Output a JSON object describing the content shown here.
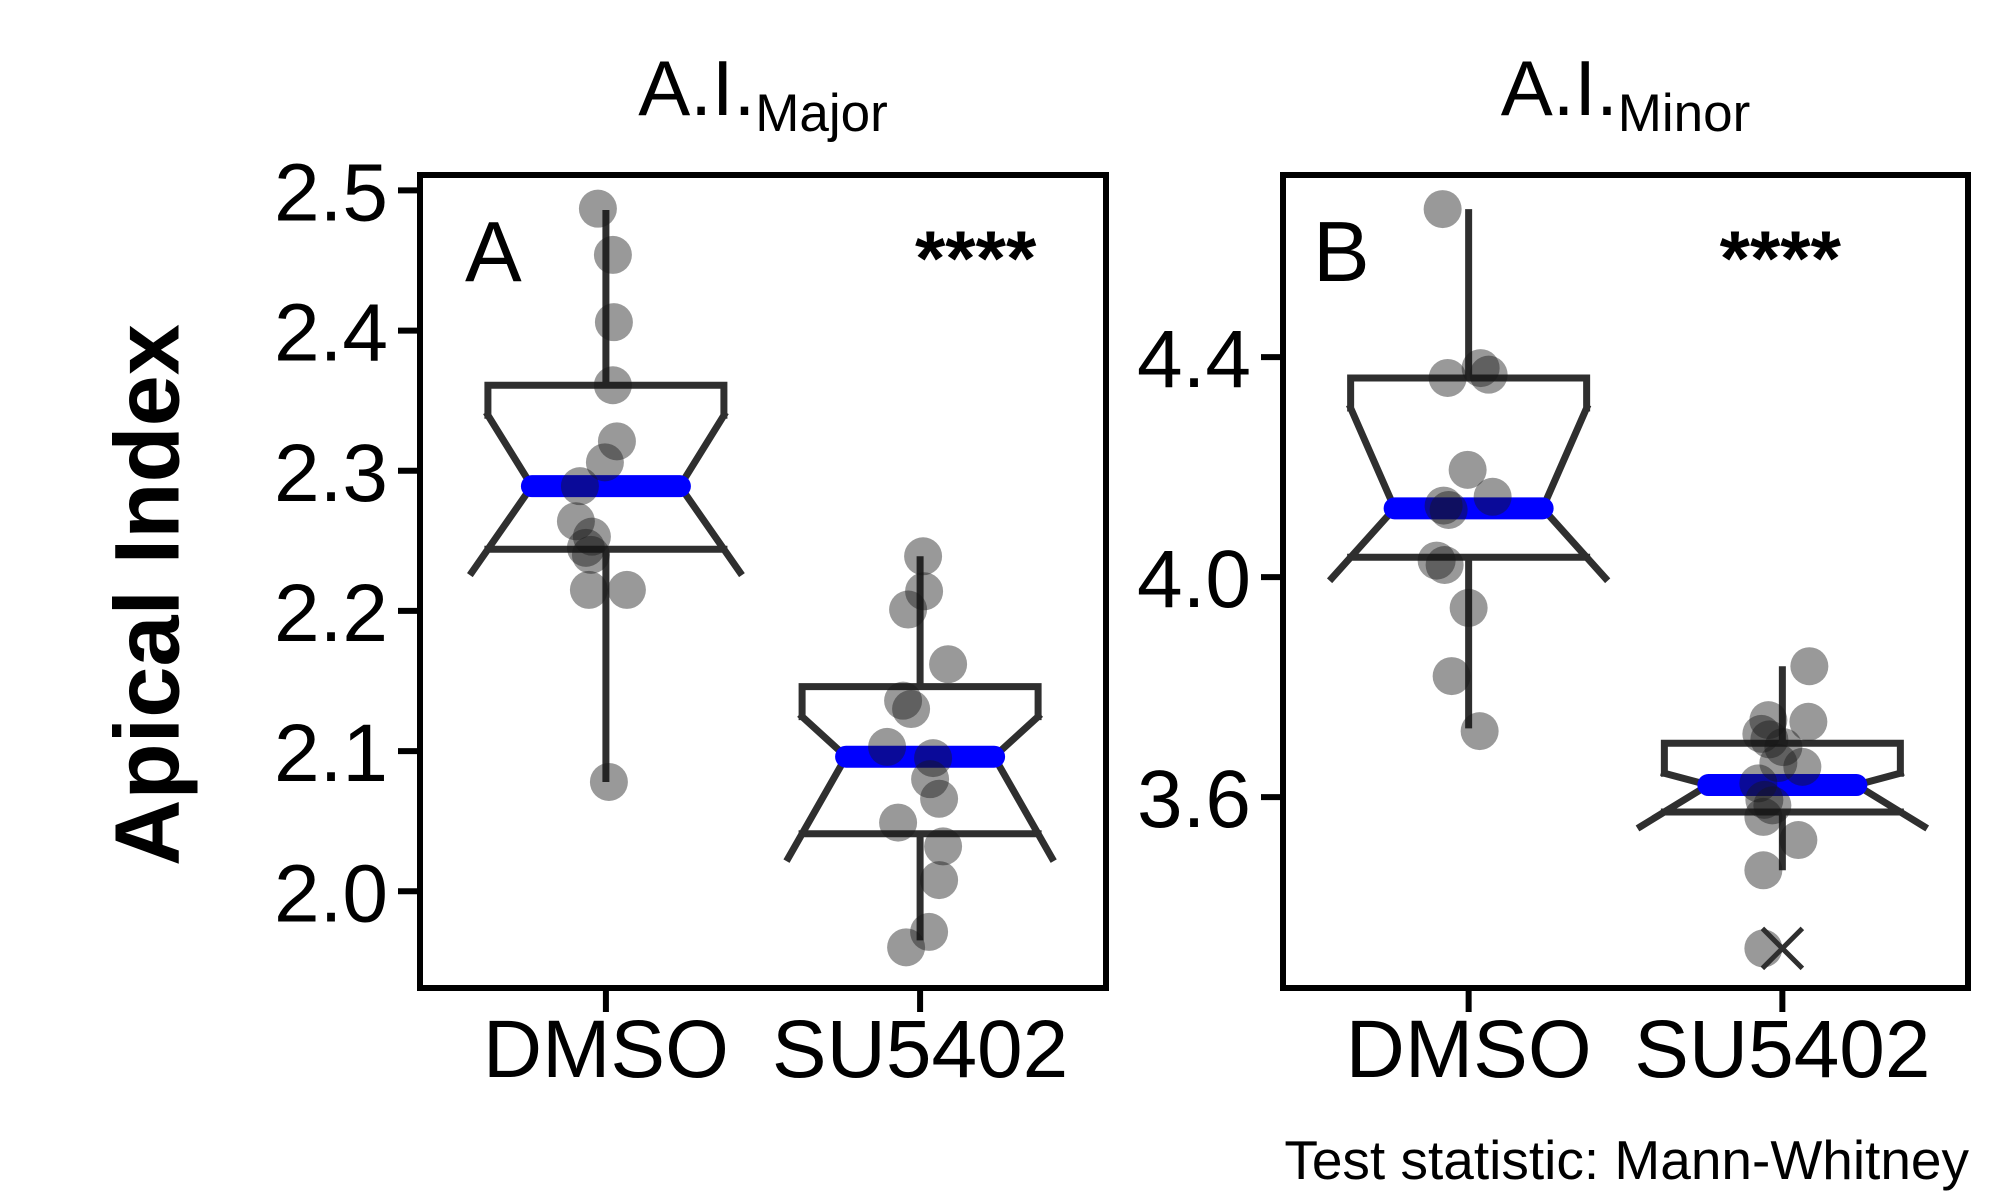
{
  "figure": {
    "ylabel": "Apical Index",
    "footer": "Test statistic: Mann-Whitney"
  },
  "colors": {
    "background": "#ffffff",
    "axis": "#000000",
    "box_stroke": "#2f2f2f",
    "median_bar": "#0000ff",
    "point_fill": "#171717",
    "point_opacity": 0.44
  },
  "chart_data": [
    {
      "type": "boxplot-jitter",
      "panel_label": "A",
      "title": "A.I.",
      "title_subscript": "Major",
      "significance": "****",
      "ylabel": "Apical Index",
      "ylim": [
        1.931,
        2.511
      ],
      "ytick_values": [
        2.5,
        2.4,
        2.3,
        2.2,
        2.1,
        2.0
      ],
      "ytick_labels": [
        "2.5",
        "2.4",
        "2.3",
        "2.2",
        "2.1",
        "2.0"
      ],
      "categories": [
        "DMSO",
        "SU5402"
      ],
      "groups": [
        {
          "label": "DMSO",
          "stats": {
            "whisker_low": 2.078,
            "q1": 2.244,
            "median": 2.289,
            "q3": 2.361,
            "whisker_high": 2.486
          },
          "points": [
            [
              -8,
              2.487
            ],
            [
              7,
              2.454
            ],
            [
              8,
              2.406
            ],
            [
              7,
              2.361
            ],
            [
              11,
              2.321
            ],
            [
              -1,
              2.306
            ],
            [
              -26,
              2.289
            ],
            [
              -30,
              2.264
            ],
            [
              -14,
              2.253
            ],
            [
              -20,
              2.245
            ],
            [
              -15,
              2.24
            ],
            [
              -17,
              2.215
            ],
            [
              21,
              2.215
            ],
            [
              3,
              2.078
            ]
          ]
        },
        {
          "label": "SU5402",
          "stats": {
            "whisker_low": 1.965,
            "q1": 2.041,
            "median": 2.096,
            "q3": 2.146,
            "whisker_high": 2.239
          },
          "points": [
            [
              3,
              2.239
            ],
            [
              4,
              2.214
            ],
            [
              -12,
              2.201
            ],
            [
              28,
              2.162
            ],
            [
              -17,
              2.136
            ],
            [
              -9,
              2.13
            ],
            [
              -33,
              2.103
            ],
            [
              13,
              2.095
            ],
            [
              10,
              2.08
            ],
            [
              19,
              2.066
            ],
            [
              -22,
              2.049
            ],
            [
              23,
              2.032
            ],
            [
              19,
              2.008
            ],
            [
              9,
              1.971
            ],
            [
              -14,
              1.96
            ]
          ]
        }
      ]
    },
    {
      "type": "boxplot-jitter",
      "panel_label": "B",
      "title": "A.I.",
      "title_subscript": "Minor",
      "significance": "****",
      "ylabel": "Apical Index",
      "ylim": [
        3.253,
        4.731
      ],
      "ytick_values": [
        4.4,
        4.0,
        3.6
      ],
      "ytick_labels": [
        "4.4",
        "4.0",
        "3.6"
      ],
      "categories": [
        "DMSO",
        "SU5402"
      ],
      "groups": [
        {
          "label": "DMSO",
          "stats": {
            "whisker_low": 3.725,
            "q1": 4.036,
            "median": 4.125,
            "q3": 4.362,
            "whisker_high": 4.669
          },
          "points": [
            [
              -26,
              4.669
            ],
            [
              12,
              4.38
            ],
            [
              20,
              4.368
            ],
            [
              -21,
              4.362
            ],
            [
              -1,
              4.195
            ],
            [
              24,
              4.146
            ],
            [
              -25,
              4.13
            ],
            [
              -20,
              4.122
            ],
            [
              -32,
              4.03
            ],
            [
              -24,
              4.022
            ],
            [
              0,
              3.944
            ],
            [
              -17,
              3.82
            ],
            [
              11,
              3.72
            ]
          ]
        },
        {
          "label": "SU5402",
          "stats": {
            "whisker_low": 3.467,
            "q1": 3.573,
            "median": 3.622,
            "q3": 3.698,
            "whisker_high": 3.838
          },
          "points": [
            [
              27,
              3.838
            ],
            [
              -14,
              3.74
            ],
            [
              26,
              3.737
            ],
            [
              -21,
              3.715
            ],
            [
              -13,
              3.705
            ],
            [
              1,
              3.691
            ],
            [
              -4,
              3.662
            ],
            [
              20,
              3.655
            ],
            [
              -24,
              3.625
            ],
            [
              -18,
              3.595
            ],
            [
              -10,
              3.585
            ],
            [
              -19,
              3.564
            ],
            [
              16,
              3.522
            ],
            [
              -19,
              3.467
            ],
            [
              -19,
              3.325
            ]
          ],
          "outlier_x": {
            "dx": 0,
            "v": 3.325
          }
        }
      ]
    }
  ]
}
